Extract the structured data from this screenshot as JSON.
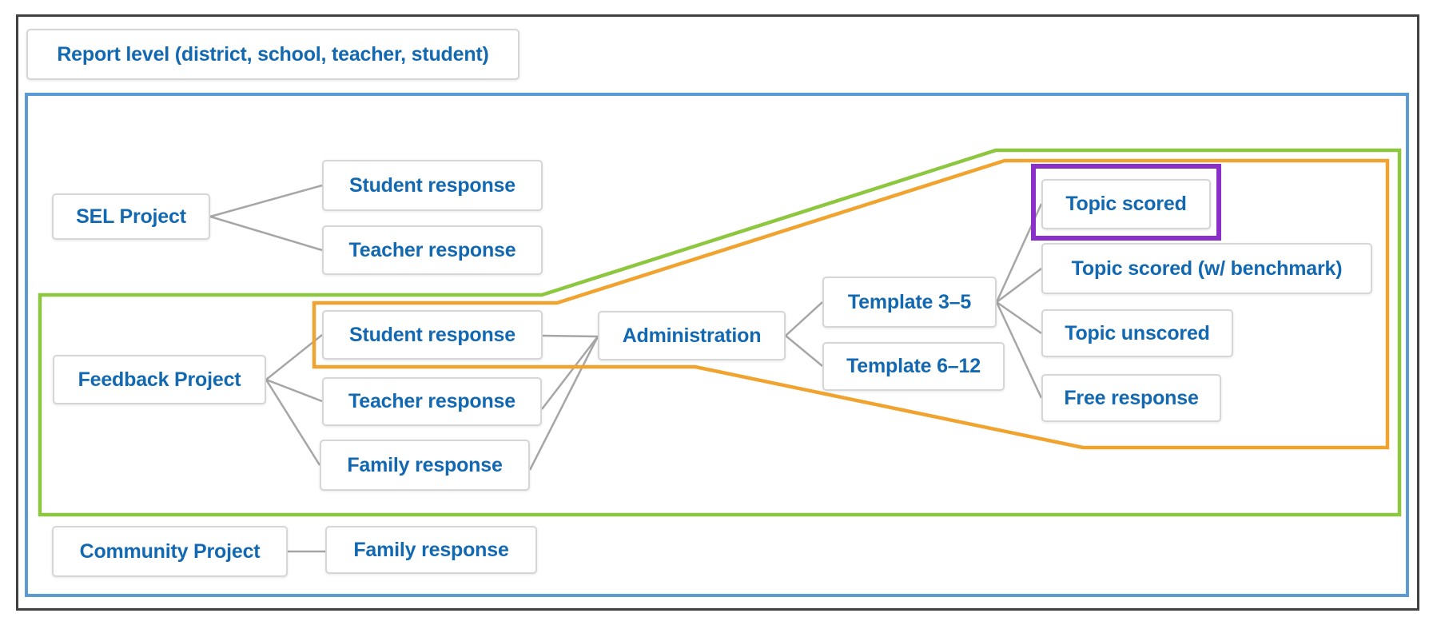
{
  "title_box": {
    "label": "Report level (district, school, teacher, student)"
  },
  "projects": {
    "sel": {
      "label": "SEL Project",
      "responses": [
        "Student response",
        "Teacher response"
      ]
    },
    "feedback": {
      "label": "Feedback Project",
      "responses": [
        "Student response",
        "Teacher response",
        "Family response"
      ]
    },
    "community": {
      "label": "Community Project",
      "responses": [
        "Family response"
      ]
    }
  },
  "administration": {
    "label": "Administration",
    "templates": [
      "Template 3–5",
      "Template 6–12"
    ]
  },
  "question_types": [
    "Topic scored",
    "Topic scored (w/ benchmark)",
    "Topic unscored",
    "Free response"
  ],
  "colors": {
    "report_level_outline": "#5b9bd5",
    "project_outline_green": "#8dc63f",
    "response_outline_orange": "#f0a32e",
    "topic_highlight_purple": "#8b2fc9",
    "node_text_blue": "#1268b1",
    "connector_gray": "#a6a6a6",
    "frame_dark": "#414141"
  }
}
